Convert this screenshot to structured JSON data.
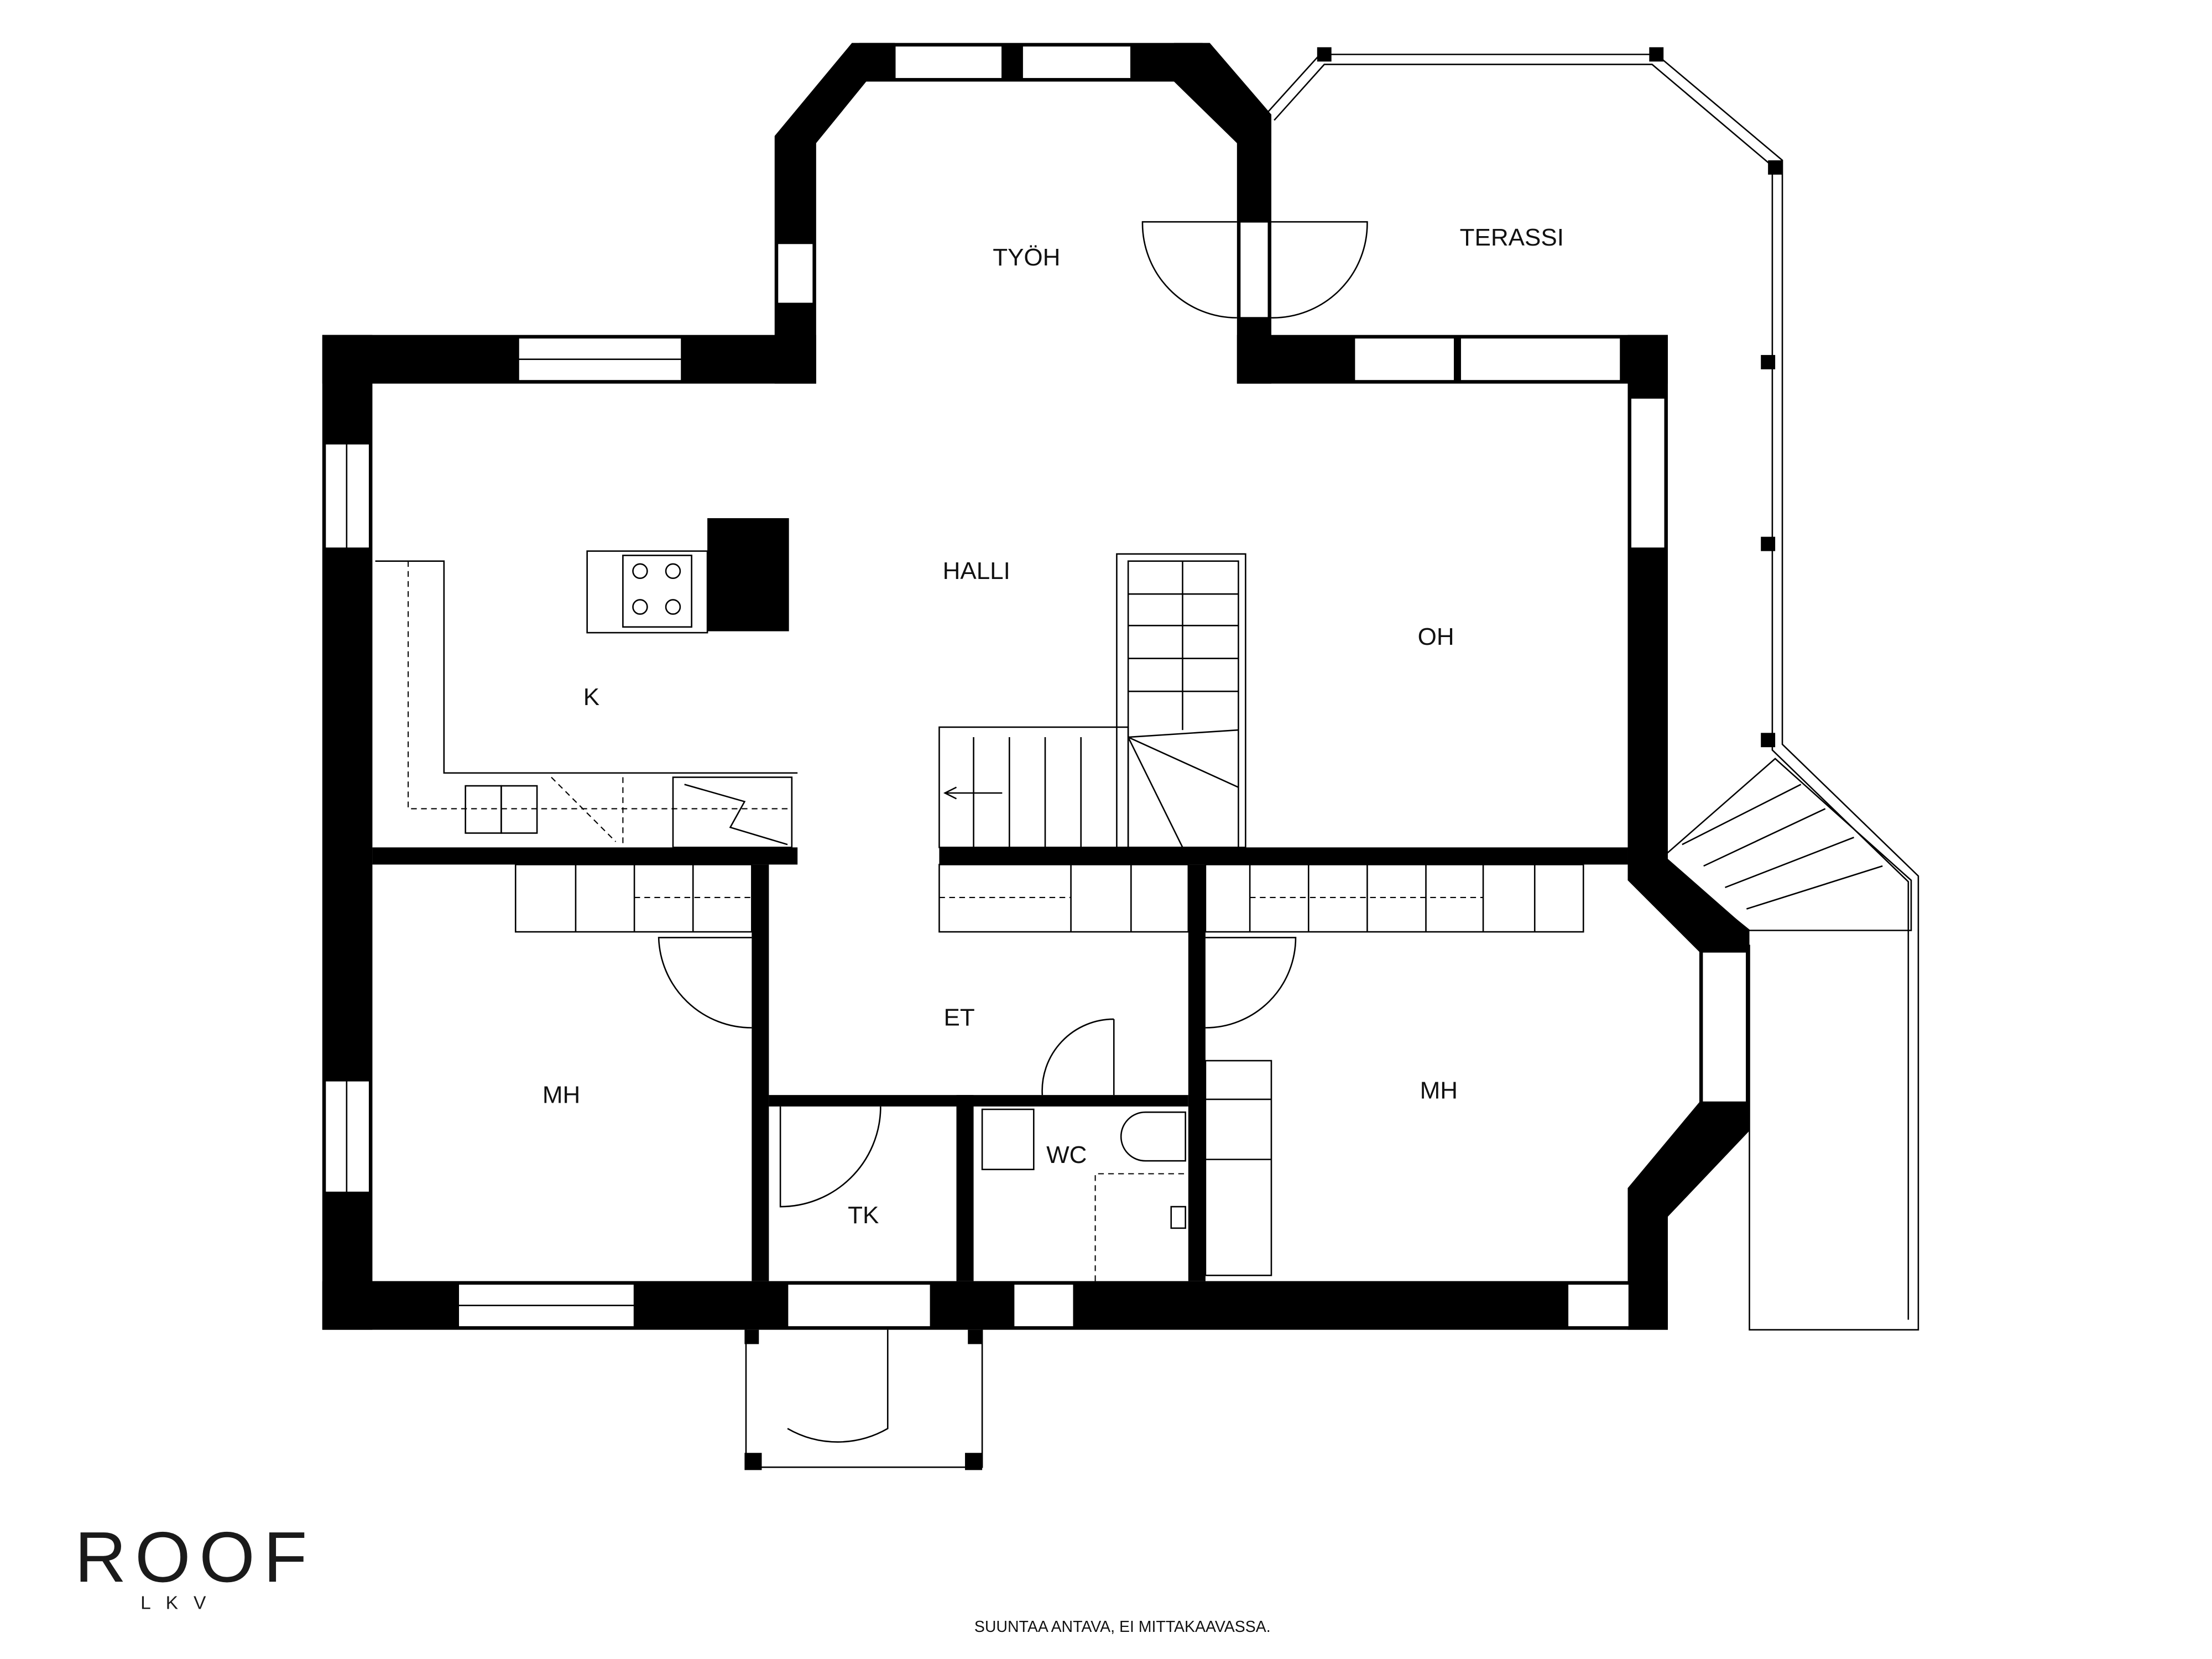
{
  "rooms": {
    "tyoh": "TYÖH",
    "terassi": "TERASSI",
    "halli": "HALLI",
    "oh": "OH",
    "k": "K",
    "et": "ET",
    "mh_left": "MH",
    "mh_right": "MH",
    "tk": "TK",
    "wc": "WC"
  },
  "logo": {
    "name": "ROOF",
    "sub": "L   K   V"
  },
  "footer": {
    "disclaimer": "SUUNTAA ANTAVA, EI MITTAKAAVASSA."
  }
}
